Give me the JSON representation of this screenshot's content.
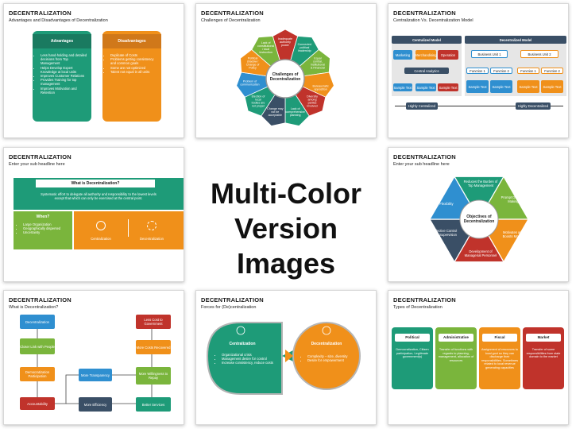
{
  "center_title": {
    "line1": "Multi-Color",
    "line2": "Version Images"
  },
  "slides": [
    {
      "title": "DECENTRALIZATION",
      "subtitle": "Advantages and Disadvantages of Decentralization",
      "adv_header": "Advantages",
      "adv_items": [
        "Less hand-holding and detailed decisions from Top Management",
        "Helps Develop Expert Knowledge at local units",
        "Improves Customer Relations",
        "Provides Training for top management",
        "Improves Motivation and Retention"
      ],
      "dis_header": "Disadvantages",
      "dis_items": [
        "Duplicate of Costs",
        "Problems getting consistency and common goals",
        "Some are not optimized",
        "Talent not equal in all units"
      ]
    },
    {
      "title": "DECENTRALIZATION",
      "subtitle": "Challenges of Decentralization",
      "center": "Challenges of Decentralization",
      "petals": [
        "Inadequate authority power",
        "Connected political leadership",
        "Equal central, Institutional & Financial",
        "Bureaucratic opposition",
        "Diversity among parties involved",
        "Lack of comprehensive planning",
        "Change may not be acceptable",
        "Election of local bodies are not proper",
        "Problem of communication",
        "Political shadow / Change of Policy",
        "Lack of constitutional / dual instruction"
      ]
    },
    {
      "title": "DECENTRALIZATION",
      "subtitle": "Centralization Vs. Decentralization Model",
      "central_header": "Centralized Model",
      "decentral_header": "Decentralized Model",
      "central_top": [
        "Marketing",
        "Merchandising",
        "Operation"
      ],
      "central_mid": "Central Analytics",
      "central_bottom": [
        "Sample Text",
        "Sample Text",
        "Sample Text"
      ],
      "unit1": "Business Unit 1",
      "unit2": "Business Unit 2",
      "functions": [
        "Function 1",
        "Function 2",
        "Function 1",
        "Function 2"
      ],
      "samples": [
        "Sample Text",
        "Sample Text",
        "Sample Text",
        "Sample Text"
      ],
      "scale_left": "Highly Centralized",
      "scale_right": "Highly Decentralized"
    },
    {
      "title": "DECENTRALIZATION",
      "subtitle": "Enter your sub headline here",
      "what_title": "What is Decentralization?",
      "what_text": "Systematic effort to delegate all authority and responsibility to the lowest levels except that which can only be exercised at the central point.",
      "when_title": "When?",
      "when_items": [
        "Large Organization",
        "Geographically dispersed",
        "Uncertainty"
      ],
      "icon1": "Centralization",
      "icon2": "Decentralization"
    },
    {
      "title": "DECENTRALIZATION",
      "subtitle": "Enter your sub headline here",
      "center": "Objectives of Decentralization",
      "segments": [
        "Reduces the Burden of Top Management",
        "Prompt Decision Making",
        "Motivates and Boosts Morale",
        "Development of Managerial Personnel",
        "Effective Control and Supervision",
        "Flexibility"
      ]
    },
    {
      "title": "DECENTRALIZATION",
      "subtitle": "What is Decentralization?",
      "left_col": [
        "Decentralization",
        "Closer Link with People",
        "Democratization Participation",
        "Accountability"
      ],
      "mid_col": [
        "More Transparency",
        "More Efficiency"
      ],
      "right_col": [
        "Less Cost to Government",
        "More Costs Recovered",
        "More Willingness to Repay",
        "Better Services"
      ]
    },
    {
      "title": "DECENTRALIZATION",
      "subtitle": "Forces for (De)centralization",
      "left_title": "Centralization",
      "left_items": [
        "Organizational crisis",
        "Management desire for control",
        "Increase consistency, reduce costs"
      ],
      "right_title": "Decentralization",
      "right_items": [
        "Complexity – size, diversity",
        "Desire for empowerment"
      ]
    },
    {
      "title": "DECENTRALIZATION",
      "subtitle": "Types of Decentralization",
      "types": [
        {
          "name": "Political",
          "text": "Democratization, Citizen participation, Legitimate government(s)",
          "color": "#1e9b78"
        },
        {
          "name": "Administrative",
          "text": "Transfer of functions with regards to planning, management, allocation of resources",
          "color": "#7ab53c"
        },
        {
          "name": "Fiscal",
          "text": "Assignment of resources to local govt so they can discharge their responsibilities. Sometimes related to local revenue generating capacities",
          "color": "#f0901a"
        },
        {
          "name": "Market",
          "text": "Transfer of some responsibilities from state domain to the market",
          "color": "#c0332b"
        }
      ]
    }
  ]
}
